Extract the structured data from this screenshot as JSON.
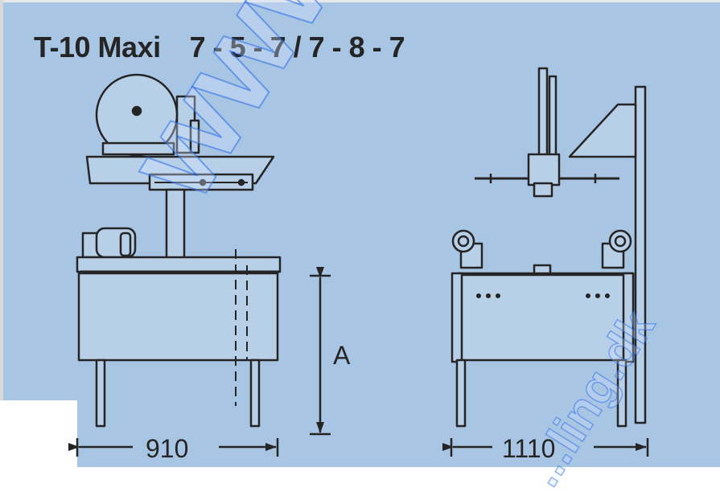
{
  "title": {
    "model": "T-10 Maxi",
    "code": "7 - 5 - 7 / 7 - 8 - 7"
  },
  "dimensions": {
    "height_label": "A",
    "side_width": "910",
    "front_width": "1110"
  },
  "watermark": {
    "main": "www.ha",
    "trail": "...ling.dk"
  },
  "colors": {
    "panel": "#a9c5e4",
    "line": "#252525",
    "fill": "#b8cfe8"
  }
}
